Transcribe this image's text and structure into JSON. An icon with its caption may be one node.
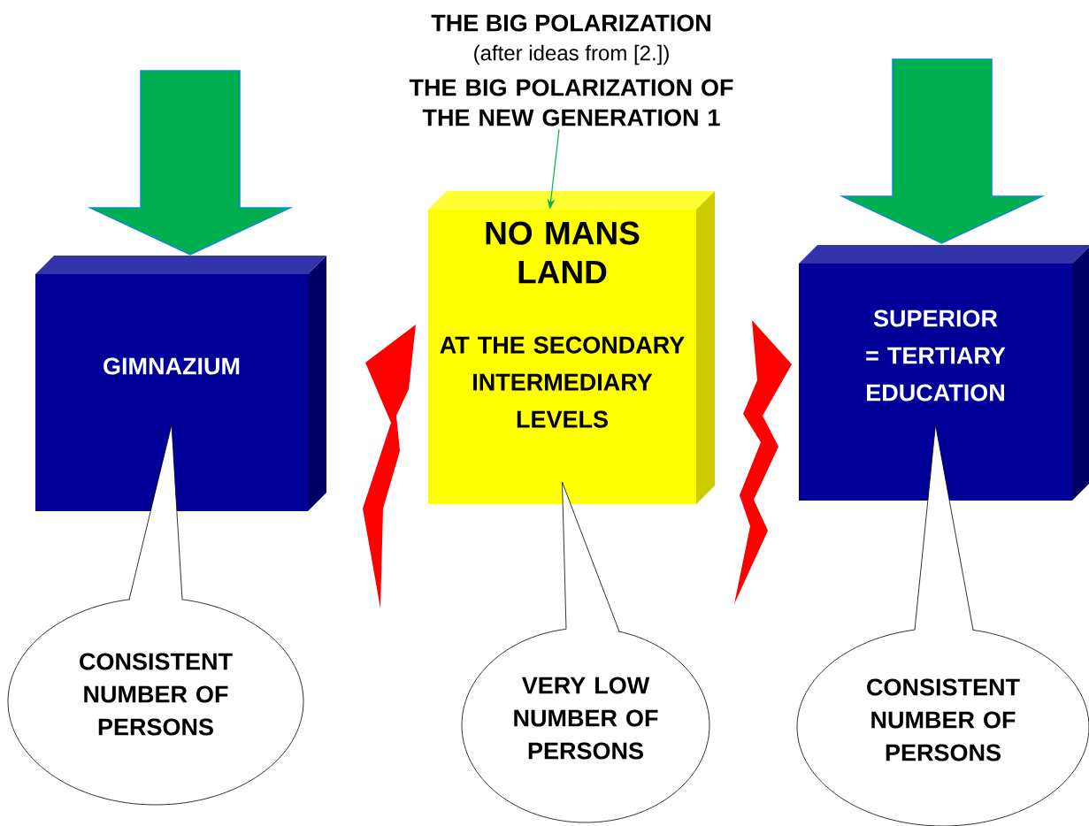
{
  "diagram": {
    "title": "THE BIG POLARIZATION",
    "nodes": [
      {
        "text": [
          "THE BIG POLARIZATION OF THE NEW GENERATION 1"
        ]
      },
      {
        "text": [
          "GIMNAZIUM"
        ]
      },
      {
        "text": [
          "NO MANS LAND",
          "AT THE SECONDARY INTERMEDIARY LEVELS"
        ]
      },
      {
        "text": [
          "SUPERIOR = TERTIARY EDUCATION"
        ]
      },
      {
        "text": [
          "CONSISTENT NUMBER OF PERSONS"
        ]
      },
      {
        "text": [
          "VERY LOW NUMBER OF PERSONS"
        ]
      },
      {
        "text": [
          "CONSISTENT NUMBER OF PERSONS"
        ]
      }
    ],
    "edges": [
      {
        "from": 0,
        "to": 2,
        "arrow": "to",
        "color": "#00b050"
      },
      {
        "from": null,
        "to": 1,
        "arrow": "to",
        "style": "thick",
        "color": "#00b050"
      },
      {
        "from": null,
        "to": 3,
        "arrow": "to",
        "style": "thick",
        "color": "#00b050"
      },
      {
        "from": 4,
        "to": 1,
        "arrow": "none"
      },
      {
        "from": 5,
        "to": 2,
        "arrow": "none"
      },
      {
        "from": 6,
        "to": 3,
        "arrow": "none"
      }
    ],
    "labels": [
      "(after ideas from [2.])"
    ]
  }
}
